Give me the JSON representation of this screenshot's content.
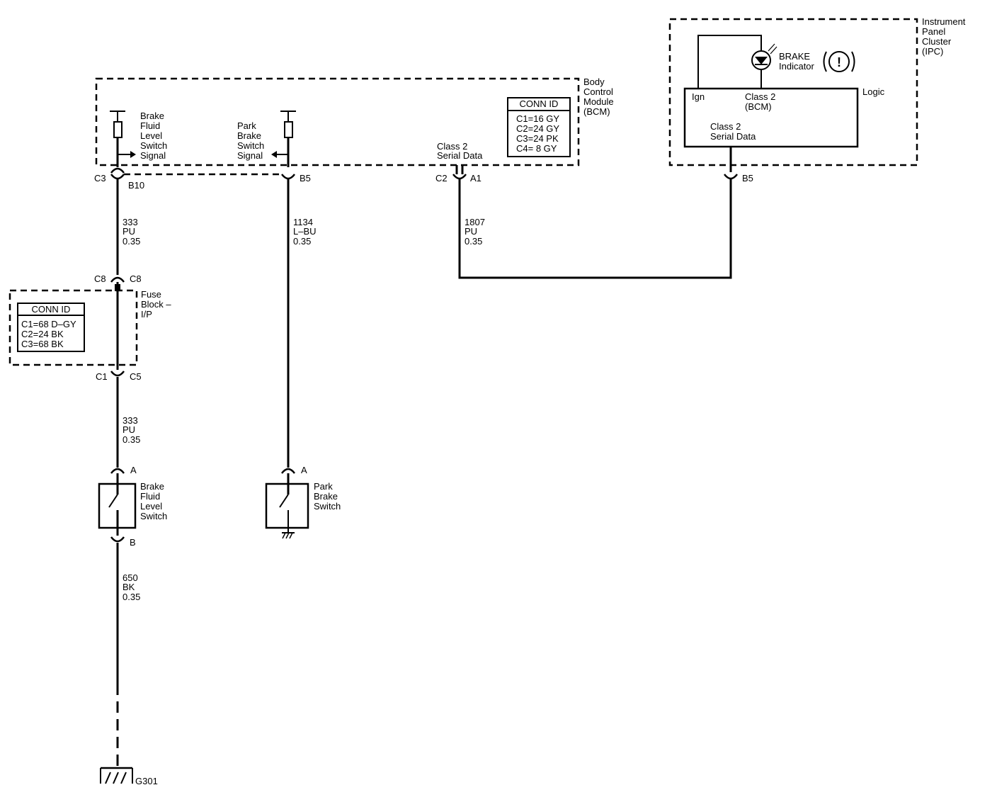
{
  "modules": {
    "bcm": {
      "name_lines": [
        "Body",
        "Control",
        "Module",
        "(BCM)"
      ]
    },
    "ipc": {
      "name_lines": [
        "Instrument",
        "Panel",
        "Cluster",
        "(IPC)"
      ]
    },
    "fuse_block": {
      "name_lines": [
        "Fuse",
        "Block –",
        "I/P"
      ]
    }
  },
  "bcm_conn_id": {
    "title": "CONN ID",
    "rows": [
      "C1=16 GY",
      "C2=24 GY",
      "C3=24 PK",
      "C4= 8 GY"
    ]
  },
  "fuse_conn_id": {
    "title": "CONN ID",
    "rows": [
      "C1=68 D–GY",
      "C2=24 BK",
      "C3=68 BK"
    ]
  },
  "bcm_pins": {
    "brake_fluid_signal": [
      "Brake",
      "Fluid",
      "Level",
      "Switch",
      "Signal"
    ],
    "park_brake_signal": [
      "Park",
      "Brake",
      "Switch",
      "Signal"
    ],
    "class2_serial": [
      "Class 2",
      "Serial Data"
    ]
  },
  "ipc": {
    "indicator_name": "BRAKE",
    "indicator_sub": "Indicator",
    "indicator_symbol": "!",
    "logic_label": "Logic",
    "ign_label": "Ign",
    "class2_bcm": [
      "Class 2",
      "(BCM)"
    ],
    "class2_serial": [
      "Class 2",
      "Serial Data"
    ]
  },
  "connectors": {
    "c3": "C3",
    "b10": "B10",
    "b5_bcm": "B5",
    "c2": "C2",
    "a1": "A1",
    "b5_ipc": "B5",
    "c8_left": "C8",
    "c8_right": "C8",
    "c1": "C1",
    "c5": "C5",
    "a_fluid": "A",
    "b_fluid": "B",
    "a_park": "A"
  },
  "wires": {
    "w333_upper": [
      "333",
      "PU",
      "0.35"
    ],
    "w1134": [
      "1134",
      "L–BU",
      "0.35"
    ],
    "w1807": [
      "1807",
      "PU",
      "0.35"
    ],
    "w333_lower": [
      "333",
      "PU",
      "0.35"
    ],
    "w650": [
      "650",
      "BK",
      "0.35"
    ]
  },
  "components": {
    "brake_fluid_switch": [
      "Brake",
      "Fluid",
      "Level",
      "Switch"
    ],
    "park_brake_switch": [
      "Park",
      "Brake",
      "Switch"
    ]
  },
  "ground": {
    "label": "G301"
  }
}
